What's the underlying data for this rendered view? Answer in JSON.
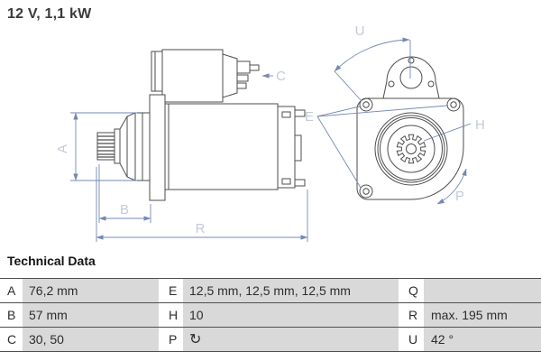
{
  "title": "12 V, 1,1 kW",
  "diagram": {
    "labels": {
      "A": "A",
      "B": "B",
      "C": "C",
      "E": "E",
      "H": "H",
      "P": "P",
      "R": "R",
      "U": "U"
    }
  },
  "colors": {
    "part_outline": "#4d4d4d",
    "dimension_line": "#7388b5",
    "dimension_label": "#c4cbd8",
    "table_value_bg": "#d9d9d9",
    "table_border": "#4f4f4f"
  },
  "table": {
    "heading": "Technical Data",
    "rotation_icon": "↻",
    "rows": [
      {
        "k1": "A",
        "v1": "76,2 mm",
        "k2": "E",
        "v2": "12,5 mm, 12,5 mm, 12,5 mm",
        "k3": "Q",
        "v3": ""
      },
      {
        "k1": "B",
        "v1": "57 mm",
        "k2": "H",
        "v2": "10",
        "k3": "R",
        "v3": "max. 195 mm"
      },
      {
        "k1": "C",
        "v1": "30, 50",
        "k2": "P",
        "v2": "",
        "k3": "U",
        "v3": "42 °"
      }
    ]
  }
}
